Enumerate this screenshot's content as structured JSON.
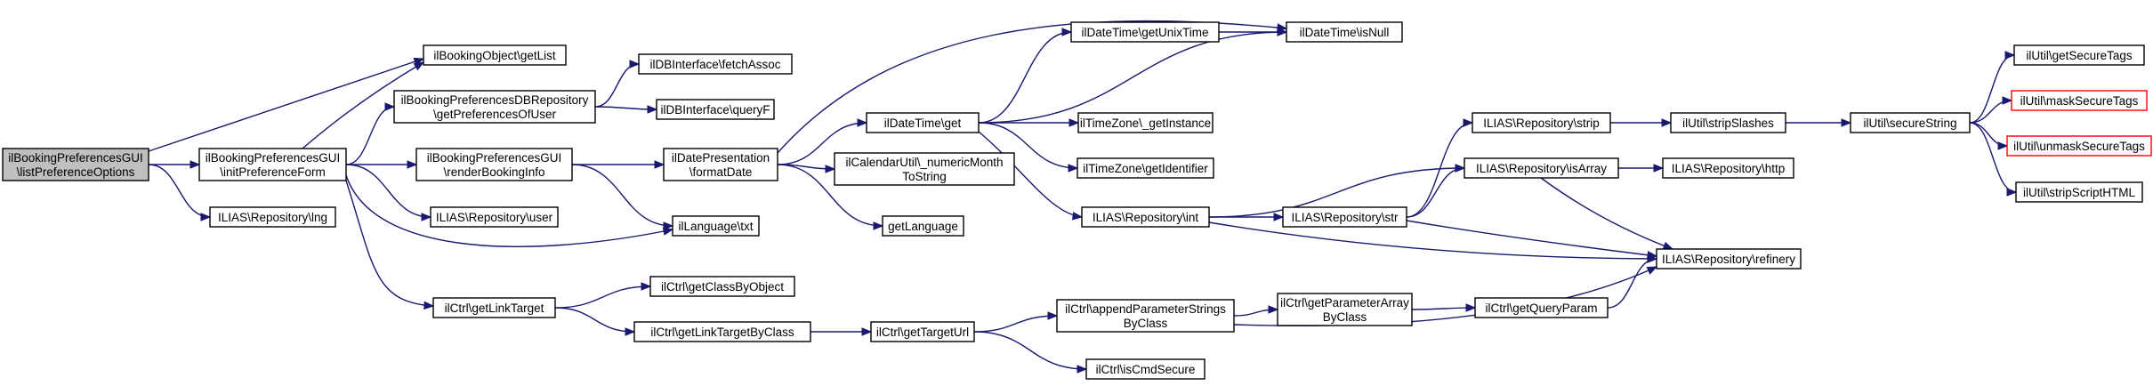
{
  "colors": {
    "edge": "#191970",
    "box_border": "#000000",
    "box_fill": "#ffffff",
    "root_fill": "#bfbfbf",
    "missing_border": "#ff0000"
  },
  "nodes": {
    "root": {
      "lines": [
        "ilBookingPreferencesGUI",
        "\\listPreferenceOptions"
      ],
      "style": "root"
    },
    "getList": {
      "lines": [
        "ilBookingObject\\getList"
      ],
      "style": "normal"
    },
    "initForm": {
      "lines": [
        "ilBookingPreferencesGUI",
        "\\initPreferenceForm"
      ],
      "style": "normal"
    },
    "lng": {
      "lines": [
        "ILIAS\\Repository\\lng"
      ],
      "style": "normal"
    },
    "dbRepo": {
      "lines": [
        "ilBookingPreferencesDBRepository",
        "\\getPreferencesOfUser"
      ],
      "style": "normal"
    },
    "fetchAssoc": {
      "lines": [
        "ilDBInterface\\fetchAssoc"
      ],
      "style": "normal"
    },
    "queryF": {
      "lines": [
        "ilDBInterface\\queryF"
      ],
      "style": "normal"
    },
    "renderInfo": {
      "lines": [
        "ilBookingPreferencesGUI",
        "\\renderBookingInfo"
      ],
      "style": "normal"
    },
    "user": {
      "lines": [
        "ILIAS\\Repository\\user"
      ],
      "style": "normal"
    },
    "langTxt": {
      "lines": [
        "ilLanguage\\txt"
      ],
      "style": "normal"
    },
    "getLinkTarget": {
      "lines": [
        "ilCtrl\\getLinkTarget"
      ],
      "style": "normal"
    },
    "getClassByObject": {
      "lines": [
        "ilCtrl\\getClassByObject"
      ],
      "style": "normal"
    },
    "getLinkTargetByClass": {
      "lines": [
        "ilCtrl\\getLinkTargetByClass"
      ],
      "style": "normal"
    },
    "formatDate": {
      "lines": [
        "ilDatePresentation",
        "\\formatDate"
      ],
      "style": "normal"
    },
    "dtGet": {
      "lines": [
        "ilDateTime\\get"
      ],
      "style": "normal"
    },
    "numericMonth": {
      "lines": [
        "ilCalendarUtil\\_numericMonth",
        "ToString"
      ],
      "style": "normal"
    },
    "getLanguage": {
      "lines": [
        "getLanguage"
      ],
      "style": "normal"
    },
    "getTargetUrl": {
      "lines": [
        "ilCtrl\\getTargetUrl"
      ],
      "style": "normal"
    },
    "getUnixTime": {
      "lines": [
        "ilDateTime\\getUnixTime"
      ],
      "style": "normal"
    },
    "isNull": {
      "lines": [
        "ilDateTime\\isNull"
      ],
      "style": "normal"
    },
    "tzInstance": {
      "lines": [
        "ilTimeZone\\_getInstance"
      ],
      "style": "normal"
    },
    "tzIdentifier": {
      "lines": [
        "ilTimeZone\\getIdentifier"
      ],
      "style": "normal"
    },
    "repoInt": {
      "lines": [
        "ILIAS\\Repository\\int"
      ],
      "style": "normal"
    },
    "appendParams": {
      "lines": [
        "ilCtrl\\appendParameterStrings",
        "ByClass"
      ],
      "style": "normal"
    },
    "isCmdSecure": {
      "lines": [
        "ilCtrl\\isCmdSecure"
      ],
      "style": "normal"
    },
    "repoStrip": {
      "lines": [
        "ILIAS\\Repository\\strip"
      ],
      "style": "normal"
    },
    "repoIsArray": {
      "lines": [
        "ILIAS\\Repository\\isArray"
      ],
      "style": "normal"
    },
    "repoStr": {
      "lines": [
        "ILIAS\\Repository\\str"
      ],
      "style": "normal"
    },
    "getParamArray": {
      "lines": [
        "ilCtrl\\getParameterArray",
        "ByClass"
      ],
      "style": "normal"
    },
    "getQueryParam": {
      "lines": [
        "ilCtrl\\getQueryParam"
      ],
      "style": "normal"
    },
    "stripSlashes": {
      "lines": [
        "ilUtil\\stripSlashes"
      ],
      "style": "normal"
    },
    "repoHttp": {
      "lines": [
        "ILIAS\\Repository\\http"
      ],
      "style": "normal"
    },
    "refinery": {
      "lines": [
        "ILIAS\\Repository\\refinery"
      ],
      "style": "normal"
    },
    "secureString": {
      "lines": [
        "ilUtil\\secureString"
      ],
      "style": "normal"
    },
    "getSecureTags": {
      "lines": [
        "ilUtil\\getSecureTags"
      ],
      "style": "normal"
    },
    "maskSecureTags": {
      "lines": [
        "ilUtil\\maskSecureTags"
      ],
      "style": "missing"
    },
    "unmaskSecureTags": {
      "lines": [
        "ilUtil\\unmaskSecureTags"
      ],
      "style": "missing"
    },
    "stripScriptHTML": {
      "lines": [
        "ilUtil\\stripScriptHTML"
      ],
      "style": "normal"
    }
  },
  "edges": [
    [
      "root",
      "getList"
    ],
    [
      "root",
      "initForm"
    ],
    [
      "root",
      "lng"
    ],
    [
      "initForm",
      "getList"
    ],
    [
      "initForm",
      "dbRepo"
    ],
    [
      "initForm",
      "renderInfo"
    ],
    [
      "initForm",
      "user"
    ],
    [
      "initForm",
      "langTxt"
    ],
    [
      "initForm",
      "getLinkTarget"
    ],
    [
      "dbRepo",
      "fetchAssoc"
    ],
    [
      "dbRepo",
      "queryF"
    ],
    [
      "renderInfo",
      "formatDate"
    ],
    [
      "renderInfo",
      "langTxt"
    ],
    [
      "getLinkTarget",
      "getClassByObject"
    ],
    [
      "getLinkTarget",
      "getLinkTargetByClass"
    ],
    [
      "getLinkTargetByClass",
      "getTargetUrl"
    ],
    [
      "formatDate",
      "isNull"
    ],
    [
      "formatDate",
      "dtGet"
    ],
    [
      "formatDate",
      "numericMonth"
    ],
    [
      "formatDate",
      "getLanguage"
    ],
    [
      "dtGet",
      "getUnixTime"
    ],
    [
      "dtGet",
      "isNull"
    ],
    [
      "dtGet",
      "tzInstance"
    ],
    [
      "dtGet",
      "tzIdentifier"
    ],
    [
      "dtGet",
      "repoInt"
    ],
    [
      "getUnixTime",
      "isNull"
    ],
    [
      "getTargetUrl",
      "appendParams"
    ],
    [
      "getTargetUrl",
      "isCmdSecure"
    ],
    [
      "repoInt",
      "repoIsArray"
    ],
    [
      "repoInt",
      "repoStr"
    ],
    [
      "repoInt",
      "refinery"
    ],
    [
      "repoStr",
      "repoStrip"
    ],
    [
      "repoStr",
      "repoIsArray"
    ],
    [
      "repoStr",
      "refinery"
    ],
    [
      "appendParams",
      "getParamArray"
    ],
    [
      "appendParams",
      "refinery"
    ],
    [
      "getParamArray",
      "getQueryParam"
    ],
    [
      "getQueryParam",
      "refinery"
    ],
    [
      "repoStrip",
      "stripSlashes"
    ],
    [
      "stripSlashes",
      "secureString"
    ],
    [
      "repoIsArray",
      "repoHttp"
    ],
    [
      "repoIsArray",
      "refinery"
    ],
    [
      "secureString",
      "getSecureTags"
    ],
    [
      "secureString",
      "maskSecureTags"
    ],
    [
      "secureString",
      "unmaskSecureTags"
    ],
    [
      "secureString",
      "stripScriptHTML"
    ]
  ]
}
